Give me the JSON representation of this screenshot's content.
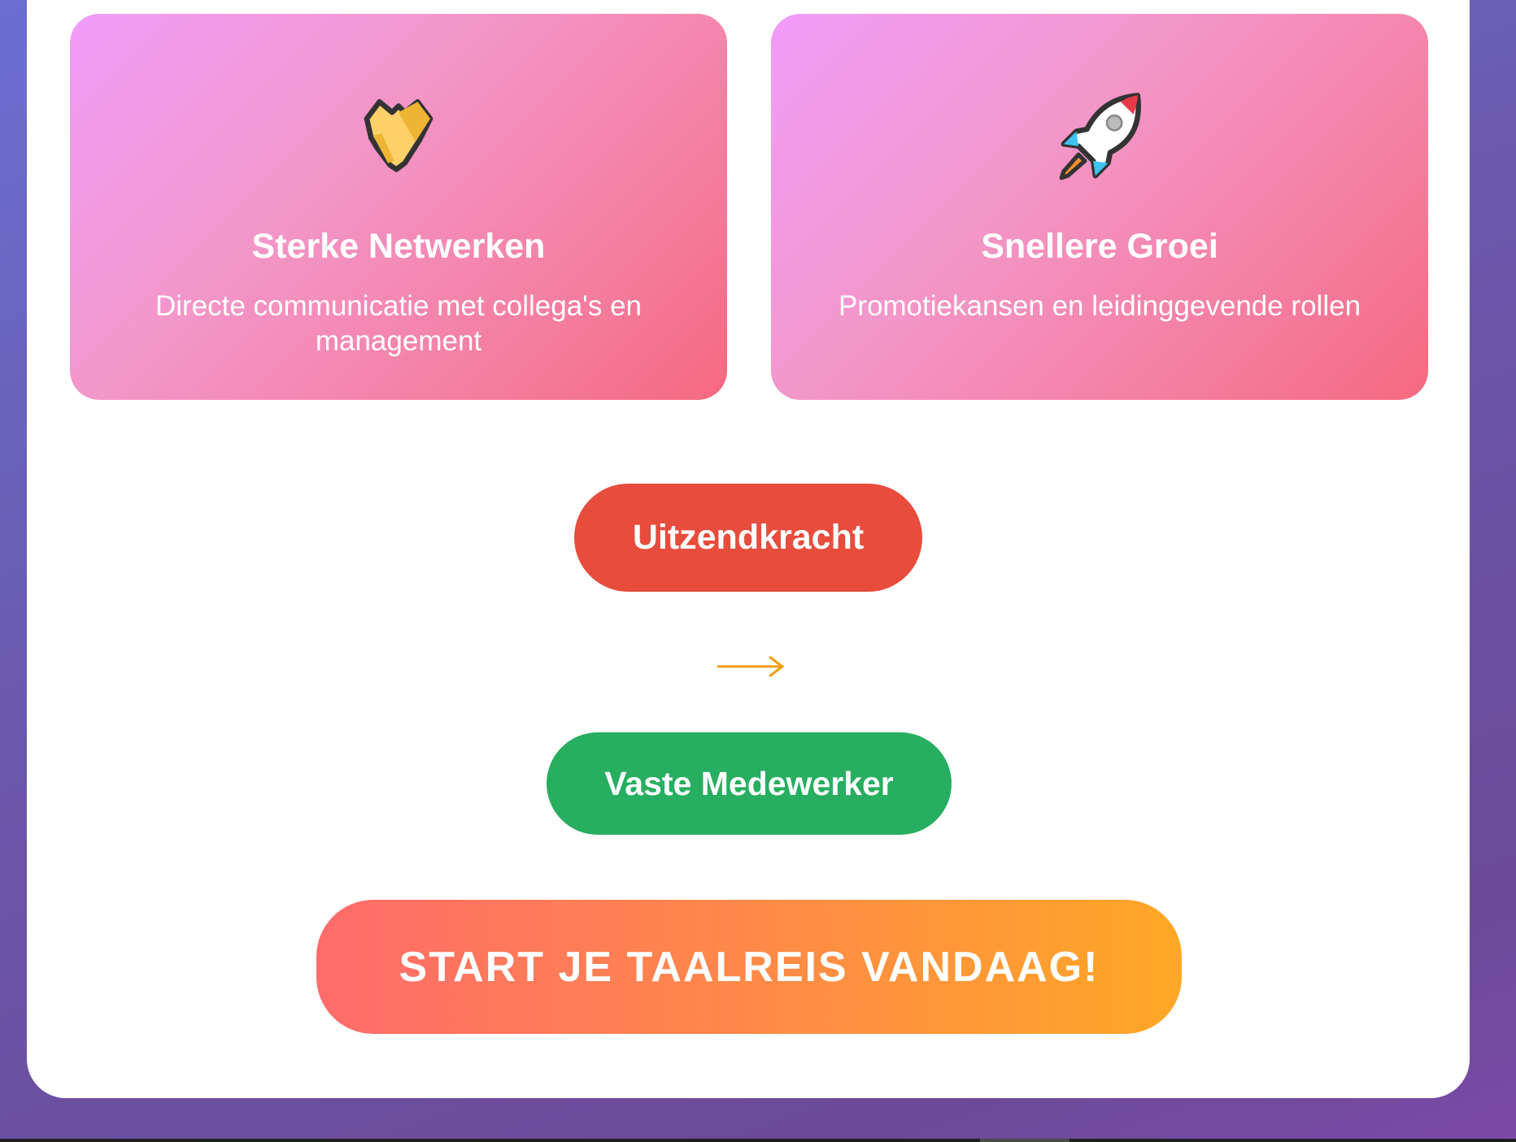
{
  "cards": [
    {
      "icon": "handshake-icon",
      "title": "Sterke Netwerken",
      "description": "Directe communicatie met collega's en management"
    },
    {
      "icon": "rocket-icon",
      "title": "Snellere Groei",
      "description": "Promotiekansen en leidinggevende rollen"
    }
  ],
  "transition": {
    "from_label": "Uitzendkracht",
    "arrow": "arrow-right-icon",
    "to_label": "Vaste Medewerker"
  },
  "cta": {
    "label": "START JE TAALREIS VANDAAG!"
  },
  "colors": {
    "from": "#e74c3c",
    "to": "#27ae60",
    "arrow": "#f39c12",
    "cta_start": "#ff6b6b",
    "cta_end": "#ffa726"
  }
}
